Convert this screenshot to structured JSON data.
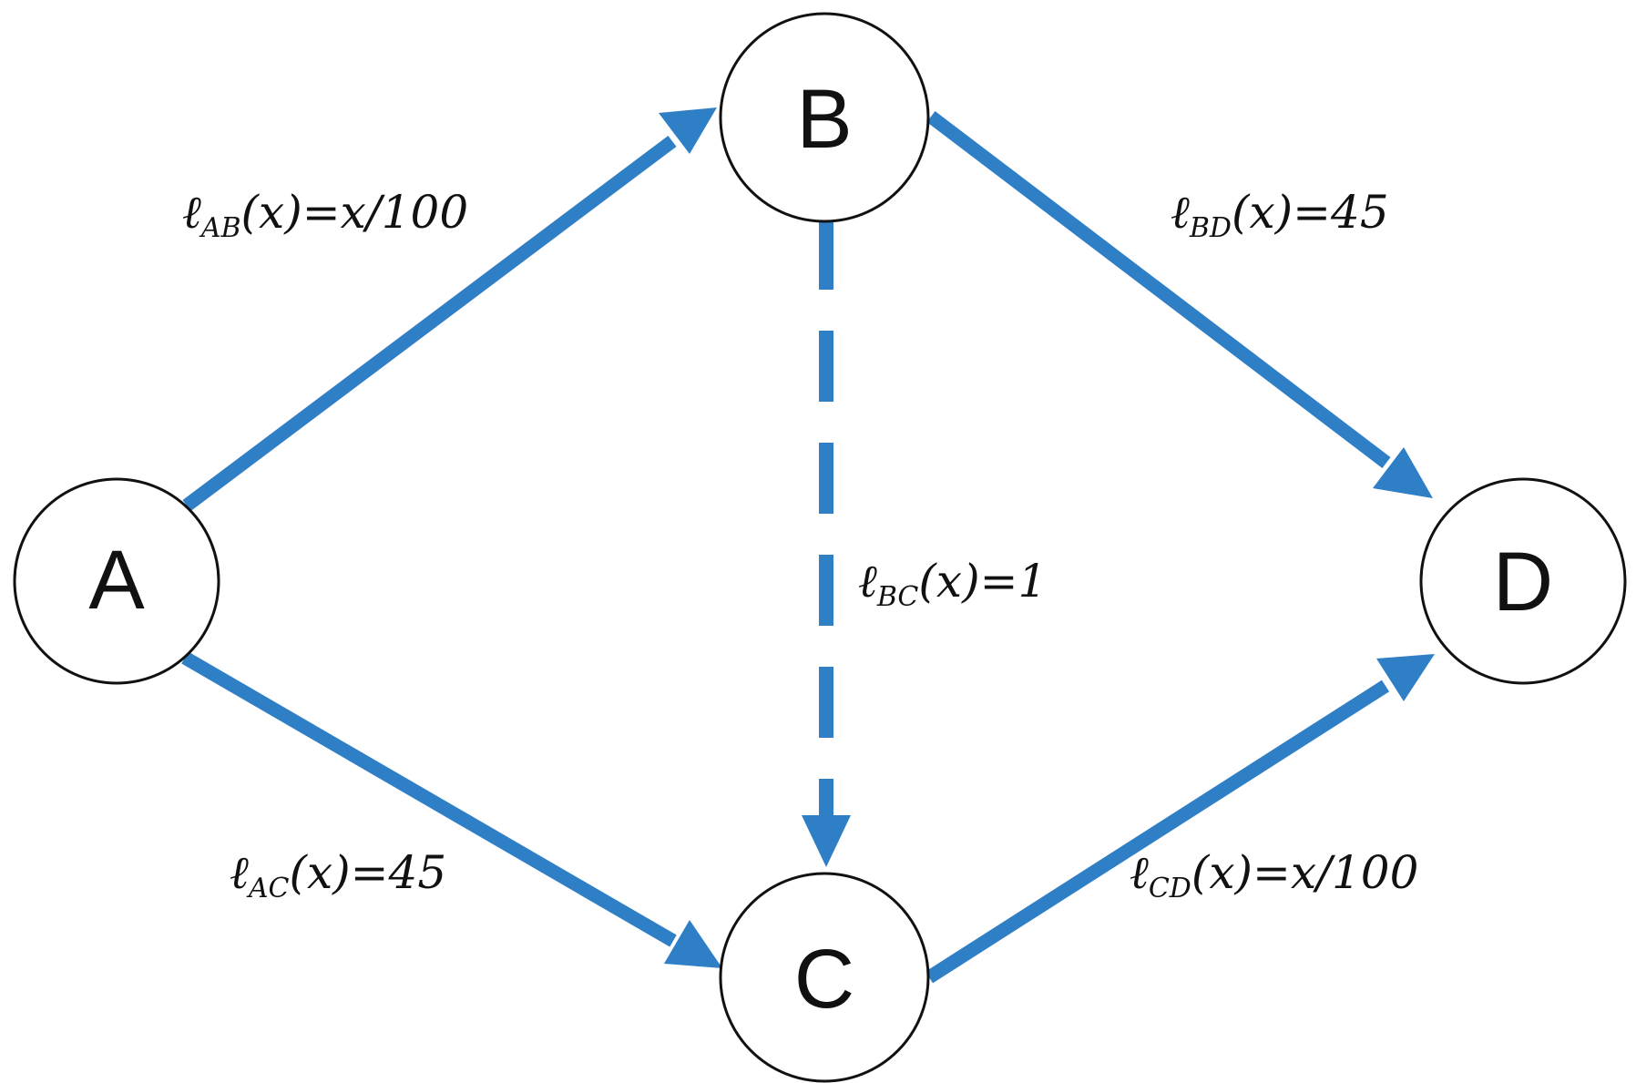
{
  "colors": {
    "edge": "#2f7fc7",
    "node_stroke": "#111111",
    "text": "#111111"
  },
  "nodes": {
    "A": "A",
    "B": "B",
    "C": "C",
    "D": "D"
  },
  "edges": {
    "AB": {
      "ell": "ℓ",
      "sub": "AB",
      "expr": "(x)=x/100",
      "style": "solid"
    },
    "BD": {
      "ell": "ℓ",
      "sub": "BD",
      "expr": "(x)=45",
      "style": "solid"
    },
    "BC": {
      "ell": "ℓ",
      "sub": "BC",
      "expr": "(x)=1",
      "style": "dashed"
    },
    "AC": {
      "ell": "ℓ",
      "sub": "AC",
      "expr": "(x)=45",
      "style": "solid"
    },
    "CD": {
      "ell": "ℓ",
      "sub": "CD",
      "expr": "(x)=x/100",
      "style": "solid"
    }
  }
}
